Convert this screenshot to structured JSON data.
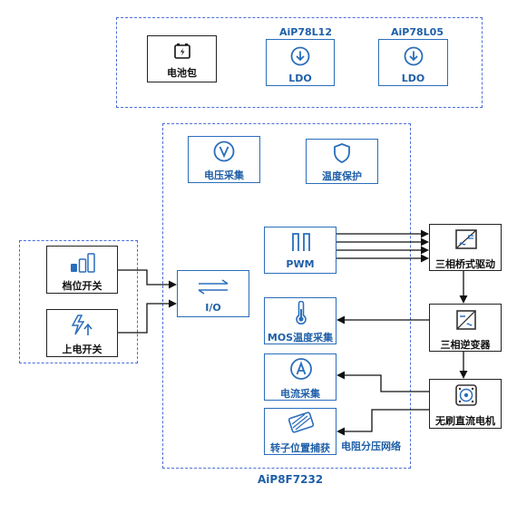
{
  "colors": {
    "accent_blue": "#2a6ebb",
    "dash_blue": "#4a6fd6",
    "black": "#111111"
  },
  "power": {
    "battery_label": "电池包",
    "ldo1_part": "AiP78L12",
    "ldo1_label": "LDO",
    "ldo2_part": "AiP78L05",
    "ldo2_label": "LDO"
  },
  "mcu": {
    "name": "AiP8F7232",
    "voltage_label": "电压采集",
    "temp_protect_label": "温度保护",
    "pwm_label": "PWM",
    "io_label": "I/O",
    "mos_temp_label": "MOS温度采集",
    "current_label": "电流采集",
    "rotor_label": "转子位置捕获"
  },
  "switches": {
    "gear_label": "档位开关",
    "power_on_label": "上电开关"
  },
  "external": {
    "bridge_label": "三相桥式驱动",
    "inverter_label": "三相逆变器",
    "motor_label": "无刷直流电机",
    "divider_label": "电阻分压网络"
  }
}
